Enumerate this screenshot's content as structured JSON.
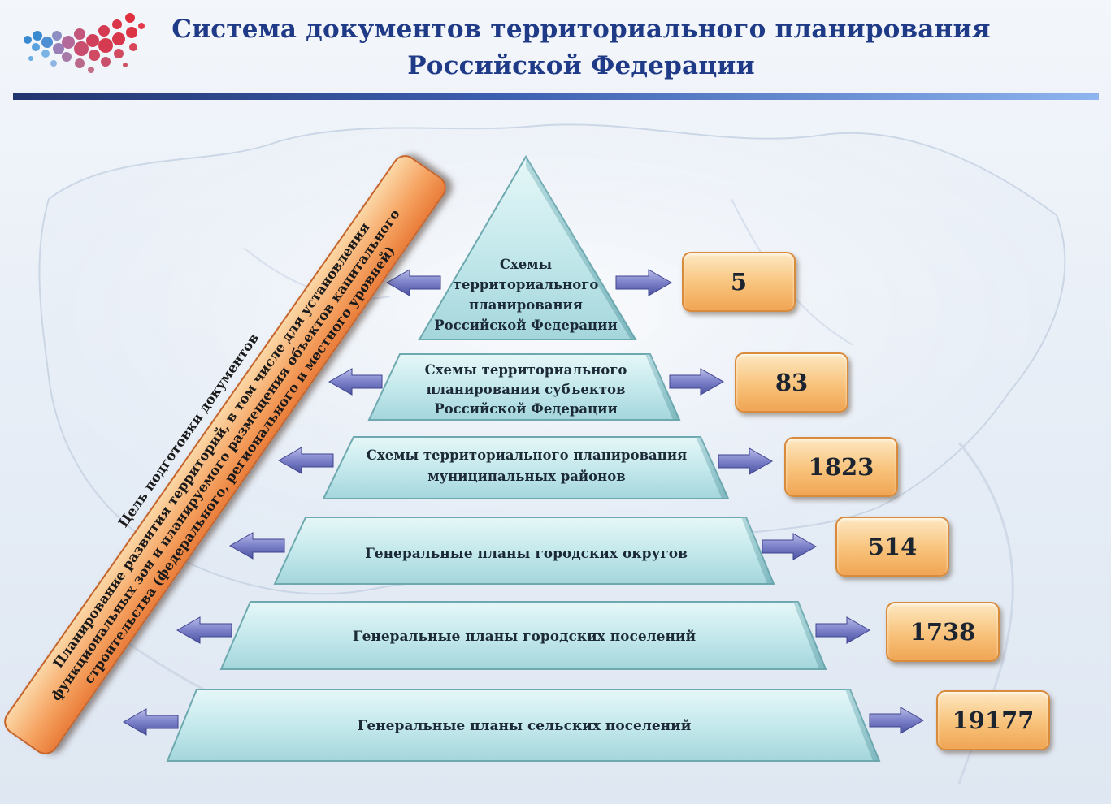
{
  "header": {
    "title_line1": "Система документов территориального планирования",
    "title_line2": "Российской Федерации"
  },
  "goal": {
    "caption": "Цель подготовки документов",
    "line1": "Планирование развития территорий, в том числе для установления",
    "line2": "функциональных зон и планируемого размещения объектов капитального",
    "line3": "строительства (федерального, регионального и местного уровней)"
  },
  "tiers": [
    {
      "label": "Схемы территориального планирования Российской Федерации",
      "line1": "Схемы",
      "line2": "территориального",
      "line3": "планирования",
      "line4": "Российской Федерации",
      "count": "5"
    },
    {
      "label": "Схемы территориального планирования субъектов Российской Федерации",
      "line1": "Схемы территориального",
      "line2": "планирования субъектов",
      "line3": "Российской Федерации",
      "count": "83"
    },
    {
      "label": "Схемы территориального планирования муниципальных районов",
      "line1": "Схемы территориального планирования",
      "line2": "муниципальных районов",
      "count": "1823"
    },
    {
      "label": "Генеральные планы городских округов",
      "line1": "Генеральные планы городских округов",
      "count": "514"
    },
    {
      "label": "Генеральные планы городских поселений",
      "line1": "Генеральные планы городских поселений",
      "count": "1738"
    },
    {
      "label": "Генеральные планы сельских поселений",
      "line1": "Генеральные планы сельских поселений",
      "count": "19177"
    }
  ],
  "colors": {
    "title": "#1f3a86",
    "tier_fill": "#c9ecef",
    "count_fill": "#f8c27a",
    "goal_fill": "#f6a463",
    "arrow_fill": "#6f74c0"
  },
  "icons": {
    "logo": "russia-dot-map-logo",
    "arrow_left": "arrow-left-icon",
    "arrow_right": "arrow-right-icon"
  }
}
